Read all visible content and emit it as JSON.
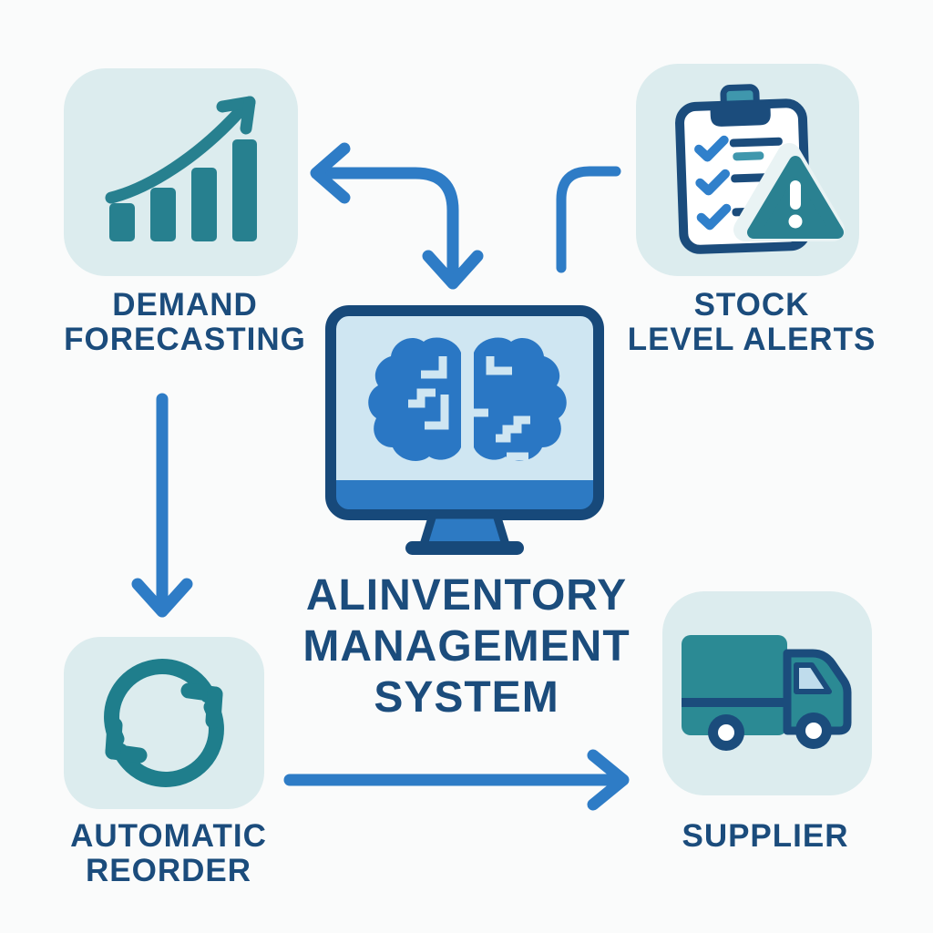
{
  "diagram": {
    "title_lines": [
      "ALINVENTORY",
      "MANAGEMENT",
      "SYSTEM"
    ],
    "center_node": {
      "icon": "ai-brain-monitor-icon",
      "description_from_pixels": "computer monitor displaying a circuit brain"
    },
    "nodes": {
      "demand_forecasting": {
        "label_line1": "DEMAND",
        "label_line2": "FORECASTING",
        "icon": "growth-chart-icon"
      },
      "stock_level_alerts": {
        "label_line1": "STOCK",
        "label_line2": "LEVEL ALERTS",
        "icon": "checklist-alert-icon"
      },
      "automatic_reorder": {
        "label_line1": "AUTOMATIC",
        "label_line2": "REORDER",
        "icon": "refresh-icon"
      },
      "supplier": {
        "label_line1": "SUPPLIER",
        "icon": "truck-icon"
      }
    },
    "connections": [
      {
        "from": "stock-level-alerts",
        "to": "center-junction",
        "style": "elbow-line-no-head"
      },
      {
        "from": "center-junction",
        "to": "demand-forecasting",
        "style": "left-arrowhead"
      },
      {
        "from": "center-junction",
        "to": "ai-system-monitor",
        "style": "down-arrowhead"
      },
      {
        "from": "demand-forecasting",
        "to": "automatic-reorder",
        "style": "down-arrowhead"
      },
      {
        "from": "automatic-reorder",
        "to": "supplier",
        "style": "right-arrowhead"
      }
    ],
    "colors": {
      "background": "#fafbfb",
      "tile_background": "#dcecee",
      "teal_icon": "#27808f",
      "navy_outline_text": "#1b4c7c",
      "arrow_blue": "#2e7cc6",
      "brain_blue": "#2a77c4",
      "monitor_screen": "#cfe6f2",
      "monitor_bar_blue": "#2d7ac3"
    }
  }
}
